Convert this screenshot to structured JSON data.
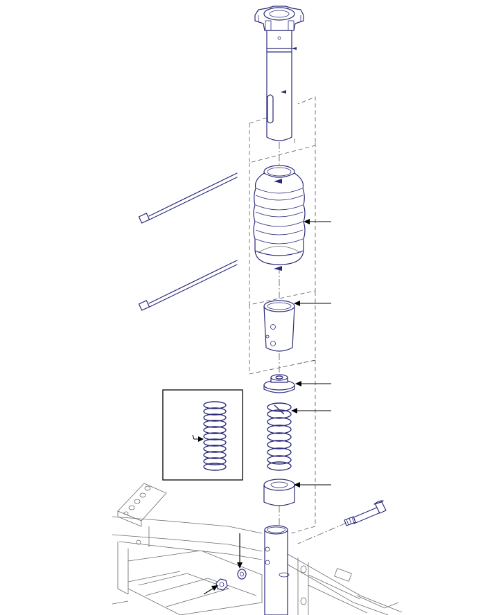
{
  "figure": {
    "type": "exploded-assembly-diagram",
    "labels": [],
    "callouts": [
      {
        "part": "dust-boot"
      },
      {
        "part": "upper-bushing"
      },
      {
        "part": "spring-seat"
      },
      {
        "part": "coil-spring"
      },
      {
        "part": "lower-spacer"
      },
      {
        "part": "washer"
      },
      {
        "part": "nut"
      }
    ],
    "line_color": "#2a2a7a",
    "frame_color": "#6a6a6a",
    "leader_color": "#000000"
  }
}
